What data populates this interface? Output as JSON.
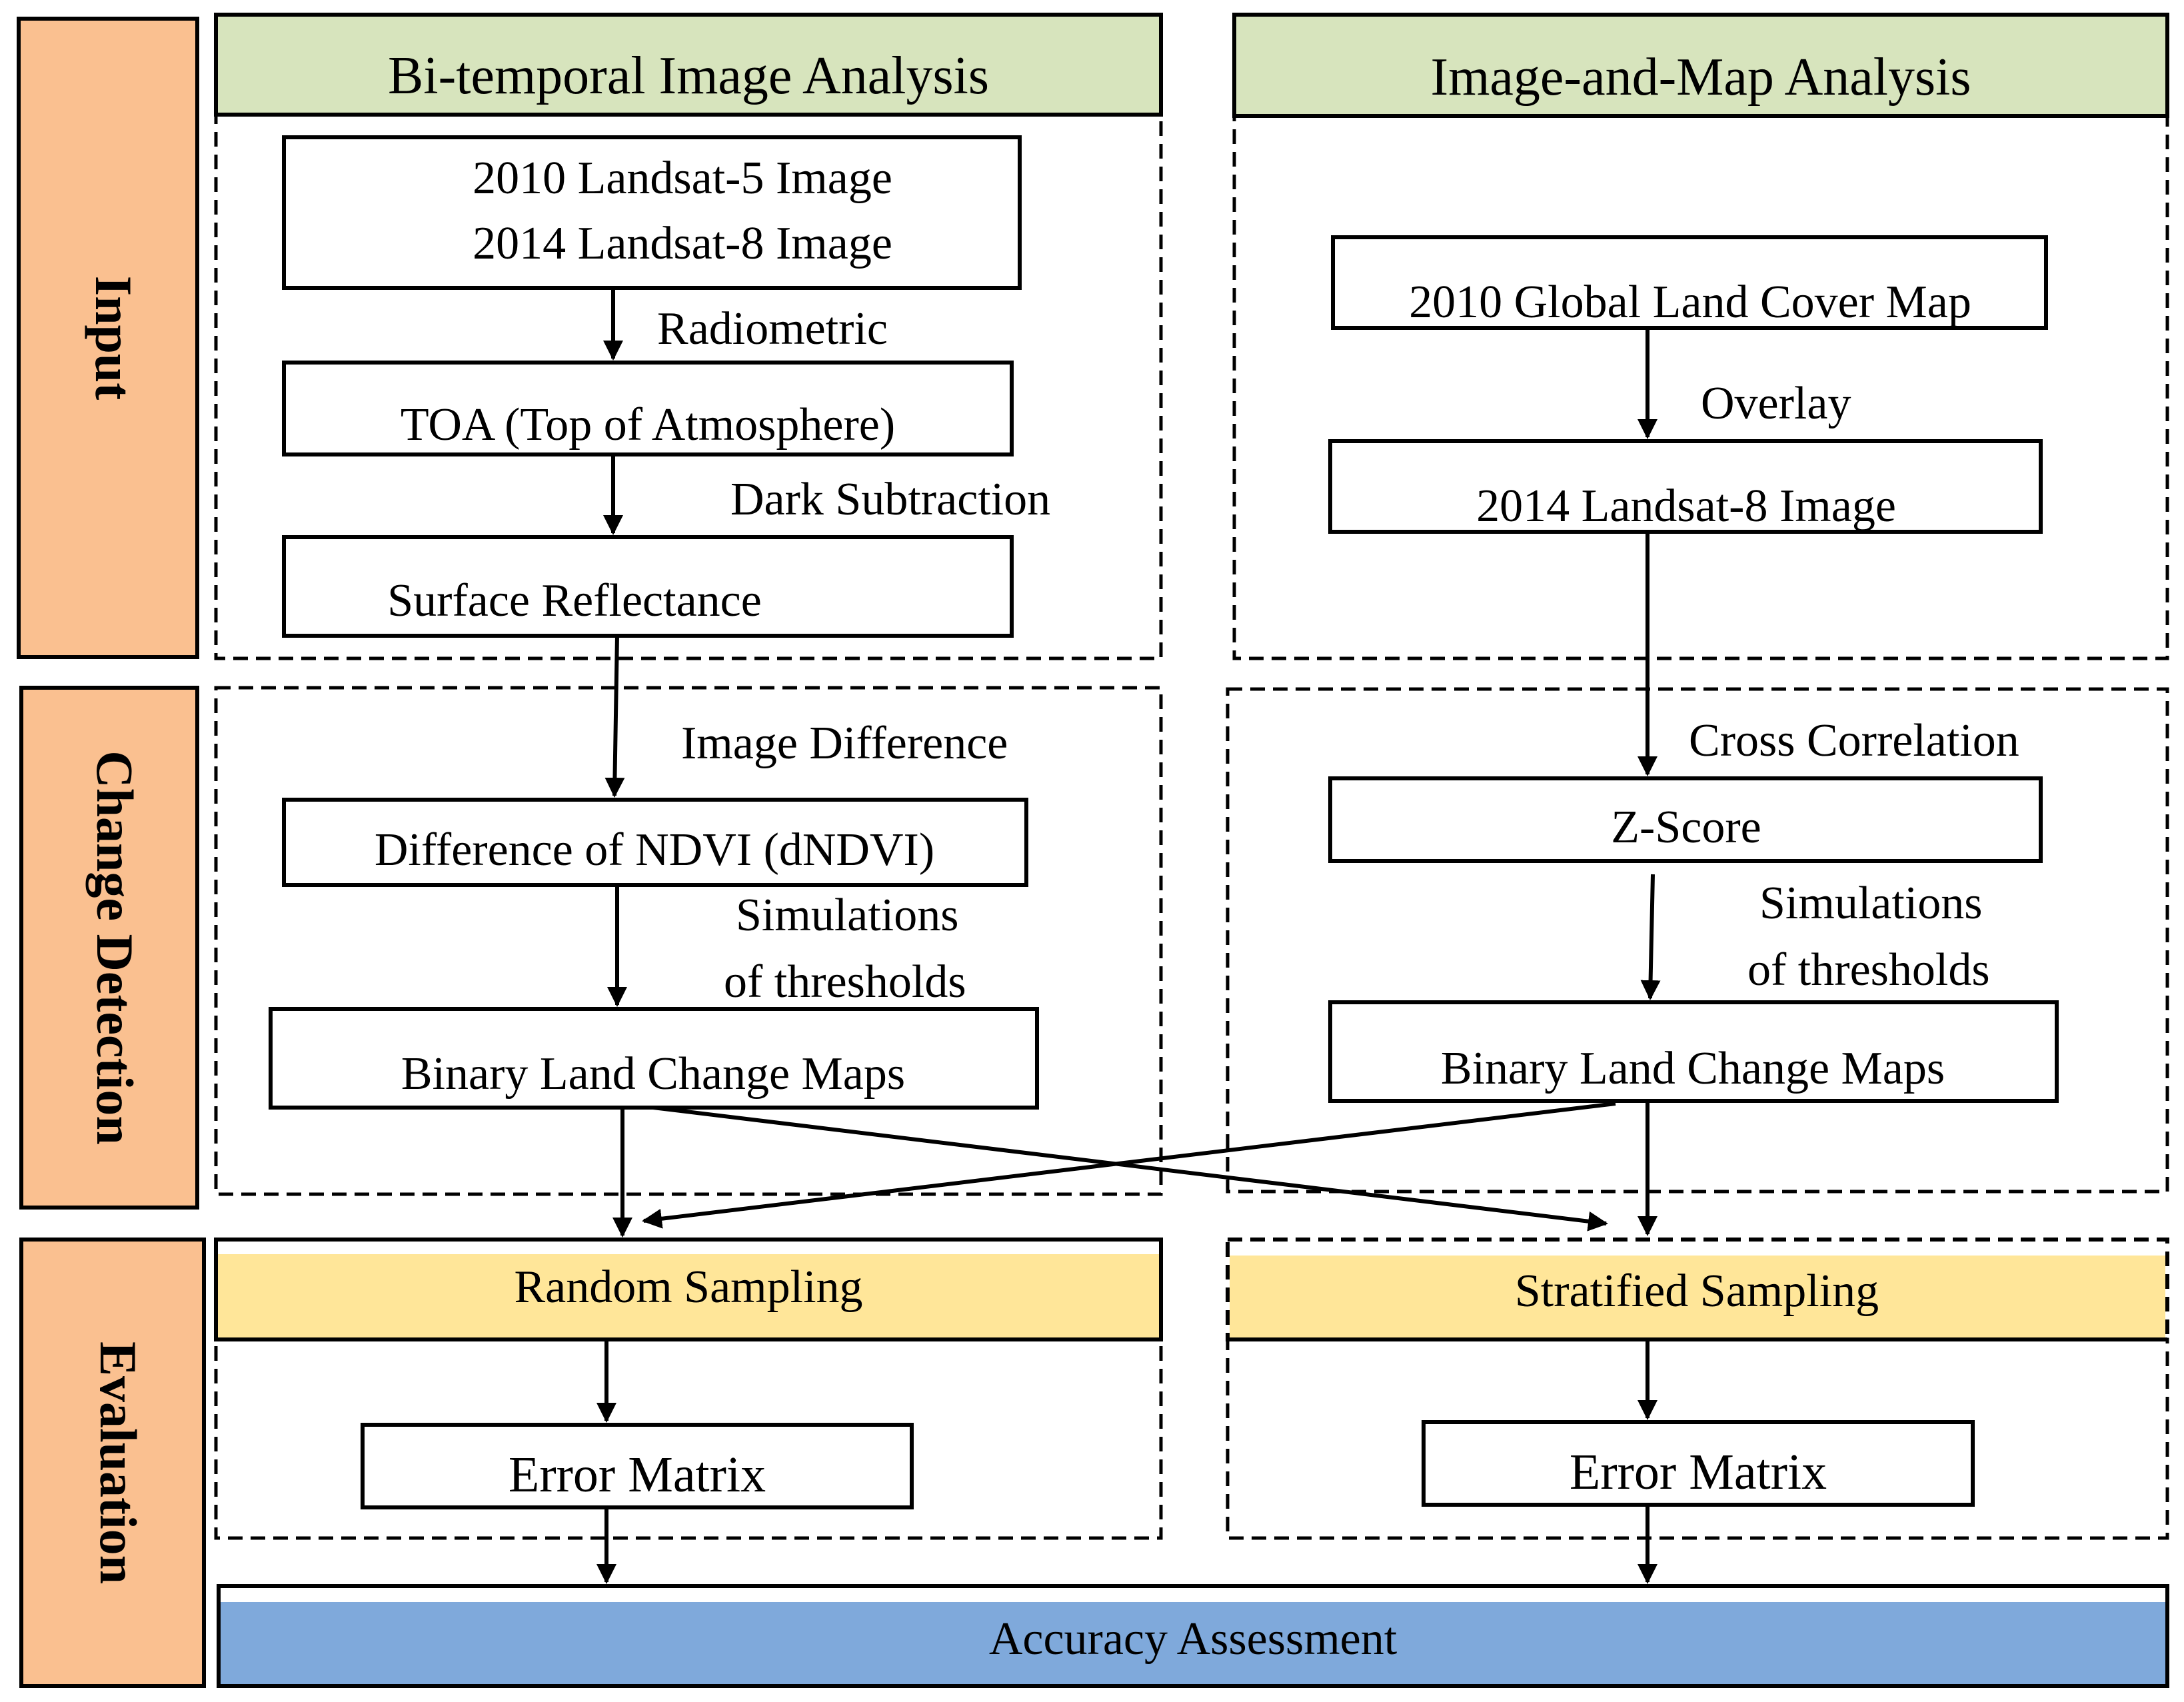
{
  "colors": {
    "stage_fill": "#fac090",
    "header_green": "#d7e4bd",
    "header_yellow": "#ffe699",
    "header_blue": "#7fa9db",
    "line": "#000000"
  },
  "stages": {
    "input": "Input",
    "change_detection": "Change Detection",
    "evaluation": "Evaluation"
  },
  "headers": {
    "left": "Bi-temporal Image Analysis",
    "right": "Image-and-Map Analysis"
  },
  "left": {
    "input_line1": "2010 Landsat-5 Image",
    "input_line2": "2014 Landsat-8 Image",
    "step_radiometric": "Radiometric",
    "toa": "TOA (Top of Atmosphere)",
    "step_dark": "Dark Subtraction",
    "surface": "Surface Reflectance",
    "step_diff": "Image Difference",
    "dndvi": "Difference of NDVI (dNDVI)",
    "step_sim_line1": "Simulations",
    "step_sim_line2": "of thresholds",
    "binary": "Binary Land Change Maps"
  },
  "right": {
    "glc": "2010 Global Land Cover Map",
    "step_overlay": "Overlay",
    "landsat": "2014 Landsat-8 Image",
    "step_cross": "Cross Correlation",
    "zscore": "Z-Score",
    "step_sim_line1": "Simulations",
    "step_sim_line2": "of thresholds",
    "binary": "Binary Land Change Maps"
  },
  "evaluation": {
    "random": "Random Sampling",
    "stratified": "Stratified Sampling",
    "error_left": "Error Matrix",
    "error_right": "Error Matrix"
  },
  "output": {
    "accuracy": "Accuracy Assessment"
  }
}
